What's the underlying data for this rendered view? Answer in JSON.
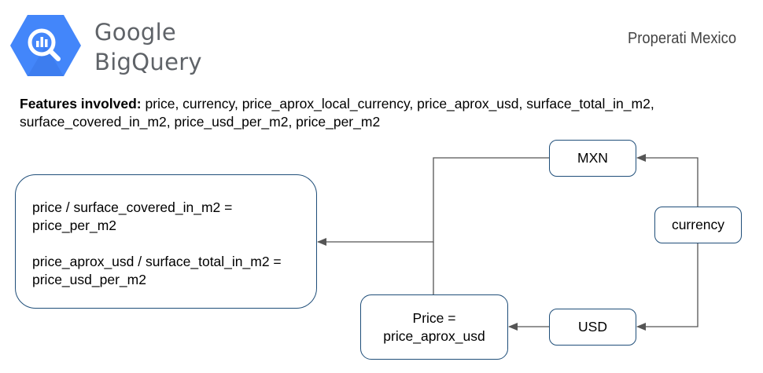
{
  "header": {
    "logo_line1": "Google",
    "logo_line2": "BigQuery",
    "dataset_title": "Properati Mexico",
    "logo_icon": "bigquery-magnifier-icon",
    "colors": {
      "logo_blue": "#4386fa",
      "logo_dark": "#3367d6",
      "node_border": "#1f4e79",
      "connector": "#555555"
    }
  },
  "features": {
    "label": "Features involved:",
    "list_line1": "price, currency, price_aprox_local_currency, price_aprox_usd, surface_total_in_m2,",
    "list_line2": "surface_covered_in_m2, price_usd_per_m2, price_per_m2"
  },
  "diagram": {
    "formulas": [
      {
        "line1": "price / surface_covered_in_m2 =",
        "line2": "price_per_m2"
      },
      {
        "line1": "price_aprox_usd / surface_total_in_m2 =",
        "line2": "price_usd_per_m2"
      }
    ],
    "price_node": {
      "line1": "Price =",
      "line2": "price_aprox_usd"
    },
    "mxn_node": "MXN",
    "usd_node": "USD",
    "currency_node": "currency"
  }
}
